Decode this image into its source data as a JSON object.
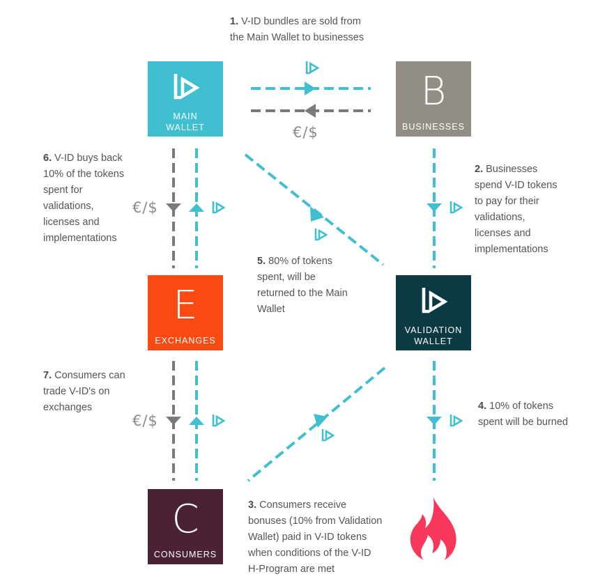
{
  "boxes": {
    "main_wallet": {
      "line1": "MAIN",
      "line2": "WALLET",
      "color": "#3fbfcf"
    },
    "businesses": {
      "letter": "B",
      "label": "BUSINESSES",
      "color": "#928e85"
    },
    "exchanges": {
      "letter": "E",
      "label": "EXCHANGES",
      "color": "#fb4a12"
    },
    "validation_wallet": {
      "line1": "VALIDATION",
      "line2": "WALLET",
      "color": "#0c3a43"
    },
    "consumers": {
      "letter": "C",
      "label": "CONSUMERS",
      "color": "#4a2233"
    }
  },
  "notes": {
    "n1": {
      "num": "1.",
      "lines": [
        "V-ID bundles are sold from",
        "the Main Wallet to businesses"
      ]
    },
    "n2": {
      "num": "2.",
      "lines": [
        "Businesses",
        "spend V-ID tokens",
        "to pay for their",
        "validations,",
        "licenses and",
        "implementations"
      ]
    },
    "n3": {
      "num": "3.",
      "lines": [
        "Consumers receive",
        "bonuses (10% from Validation",
        "Wallet) paid in V-ID tokens",
        "when conditions of the V-ID",
        "H-Program are met"
      ]
    },
    "n4": {
      "num": "4.",
      "lines": [
        "10% of tokens",
        "spent will be burned"
      ]
    },
    "n5": {
      "num": "5.",
      "lines": [
        "80% of tokens",
        "spent, will be",
        "returned to the Main",
        "Wallet"
      ]
    },
    "n6": {
      "num": "6.",
      "lines": [
        "V-ID buys back",
        "10% of the tokens",
        "spent for",
        "validations,",
        "licenses and",
        "implementations"
      ]
    },
    "n7": {
      "num": "7.",
      "lines": [
        "Consumers can",
        "trade V-ID's on",
        "exchanges"
      ]
    }
  },
  "currency_labels": {
    "top": "€/$",
    "left_upper": "€/$",
    "left_lower": "€/$"
  },
  "colors": {
    "teal": "#3fbfcf",
    "gray": "#7a7a7a",
    "fire": "#f8385a"
  },
  "icons": [
    "vid-logo-icon",
    "fire-icon"
  ]
}
